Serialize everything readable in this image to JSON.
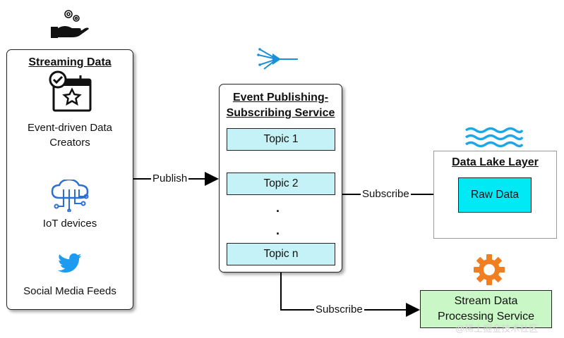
{
  "streaming": {
    "title": "Streaming Data",
    "item1": "Event-driven Data Creators",
    "item2": "IoT devices",
    "item3": "Social Media Feeds"
  },
  "broker": {
    "title": "Event Publishing-Subscribing Service",
    "topics": [
      "Topic 1",
      "Topic 2",
      "Topic n"
    ],
    "ellipsis": "."
  },
  "lake": {
    "title": "Data Lake Layer",
    "raw": "Raw Data"
  },
  "processing": {
    "label": "Stream Data Processing Service"
  },
  "edges": {
    "publish": "Publish",
    "subscribe_lake": "Subscribe",
    "subscribe_processing": "Subscribe"
  },
  "watermark": "@稀土掘金技术社区",
  "colors": {
    "topic_fill": "#c4f2f7",
    "raw_fill": "#00e9f5",
    "processing_fill": "#c9f7c5",
    "gear_orange": "#f27e22",
    "twitter_blue": "#1d9bf0",
    "wave_blue": "#1da7e6"
  }
}
